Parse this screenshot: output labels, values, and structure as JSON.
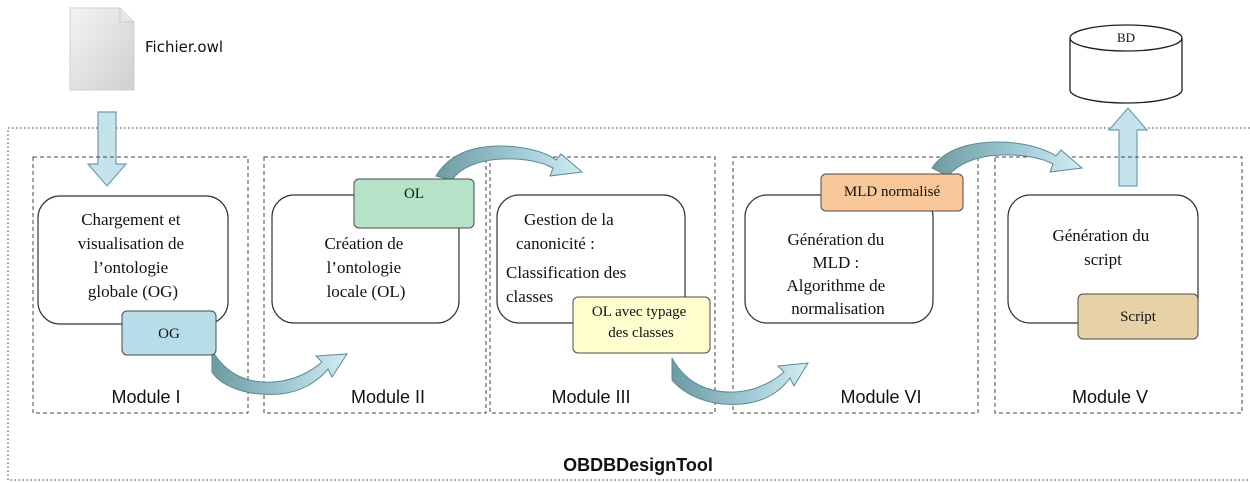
{
  "file": {
    "label": "Fichier.owl",
    "icon": "document-icon"
  },
  "database": {
    "label": "BD",
    "icon": "database-icon"
  },
  "tool": {
    "name": "OBDBDesignTool"
  },
  "modules": [
    {
      "name": "Module I",
      "process": [
        "Chargement et",
        "visualisation de",
        "l’ontologie",
        "globale (OG)"
      ],
      "output": [
        "OG"
      ]
    },
    {
      "name": "Module II",
      "process": [
        "Création de",
        "l’ontologie",
        "locale (OL)"
      ],
      "output": [
        "OL"
      ]
    },
    {
      "name": "Module III",
      "process": [
        "Gestion de la",
        "canonicité :",
        "Classification des",
        "classes"
      ],
      "output": [
        "OL avec typage",
        "des classes"
      ]
    },
    {
      "name": "Module VI",
      "process": [
        "Génération du",
        "MLD :",
        "Algorithme de",
        "normalisation"
      ],
      "output": [
        "MLD normalisé"
      ]
    },
    {
      "name": "Module V",
      "process": [
        "Génération du",
        "script"
      ],
      "output": [
        "Script"
      ]
    }
  ],
  "colors": {
    "og": "#b7dde8",
    "ol": "#b6e2c8",
    "ol_typed": "#fefecf",
    "mld": "#f9c89a",
    "script": "#e7d2a7",
    "arrow": "#c6e3ec",
    "arrow_dark": "#6f98a0"
  }
}
